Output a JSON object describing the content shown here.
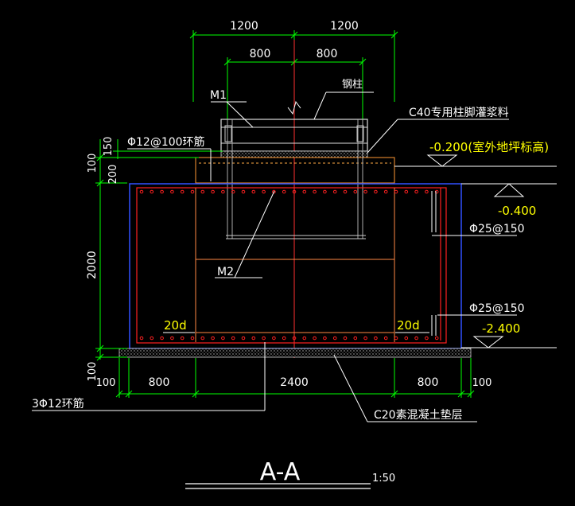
{
  "dimensions": {
    "top_outer_left": "1200",
    "top_outer_right": "1200",
    "top_inner_left": "800",
    "top_inner_right": "800",
    "left_150": "150",
    "left_100_top": "100",
    "left_200": "200",
    "left_2000": "2000",
    "left_100_bottom": "100",
    "bottom_100_left": "100",
    "bottom_800_left": "800",
    "bottom_2400": "2400",
    "bottom_800_right": "800",
    "bottom_100_right": "100"
  },
  "labels": {
    "m1": "M1",
    "m2": "M2",
    "steel_column": "钢柱",
    "grout": "C40专用柱脚灌浆料",
    "stirrup_top": "Φ12@100环筋",
    "stirrup_bottom": "3Φ12环筋",
    "rebar_upper": "Φ25@150",
    "rebar_lower": "Φ25@150",
    "anchor_left": "20d",
    "anchor_right": "20d",
    "cushion": "C20素混凝土垫层"
  },
  "elevations": {
    "outdoor": "-0.200(室外地坪标高)",
    "top": "-0.400",
    "bottom": "-2.400"
  },
  "title": {
    "main": "A-A",
    "scale": "1:50"
  },
  "colors": {
    "background": "#000000",
    "dimension": "#00ff00",
    "outline": "#ffffff",
    "rebar": "#ff2020",
    "frame": "#3050ff",
    "text_yellow": "#ffff00",
    "center_line": "#ff3030"
  }
}
